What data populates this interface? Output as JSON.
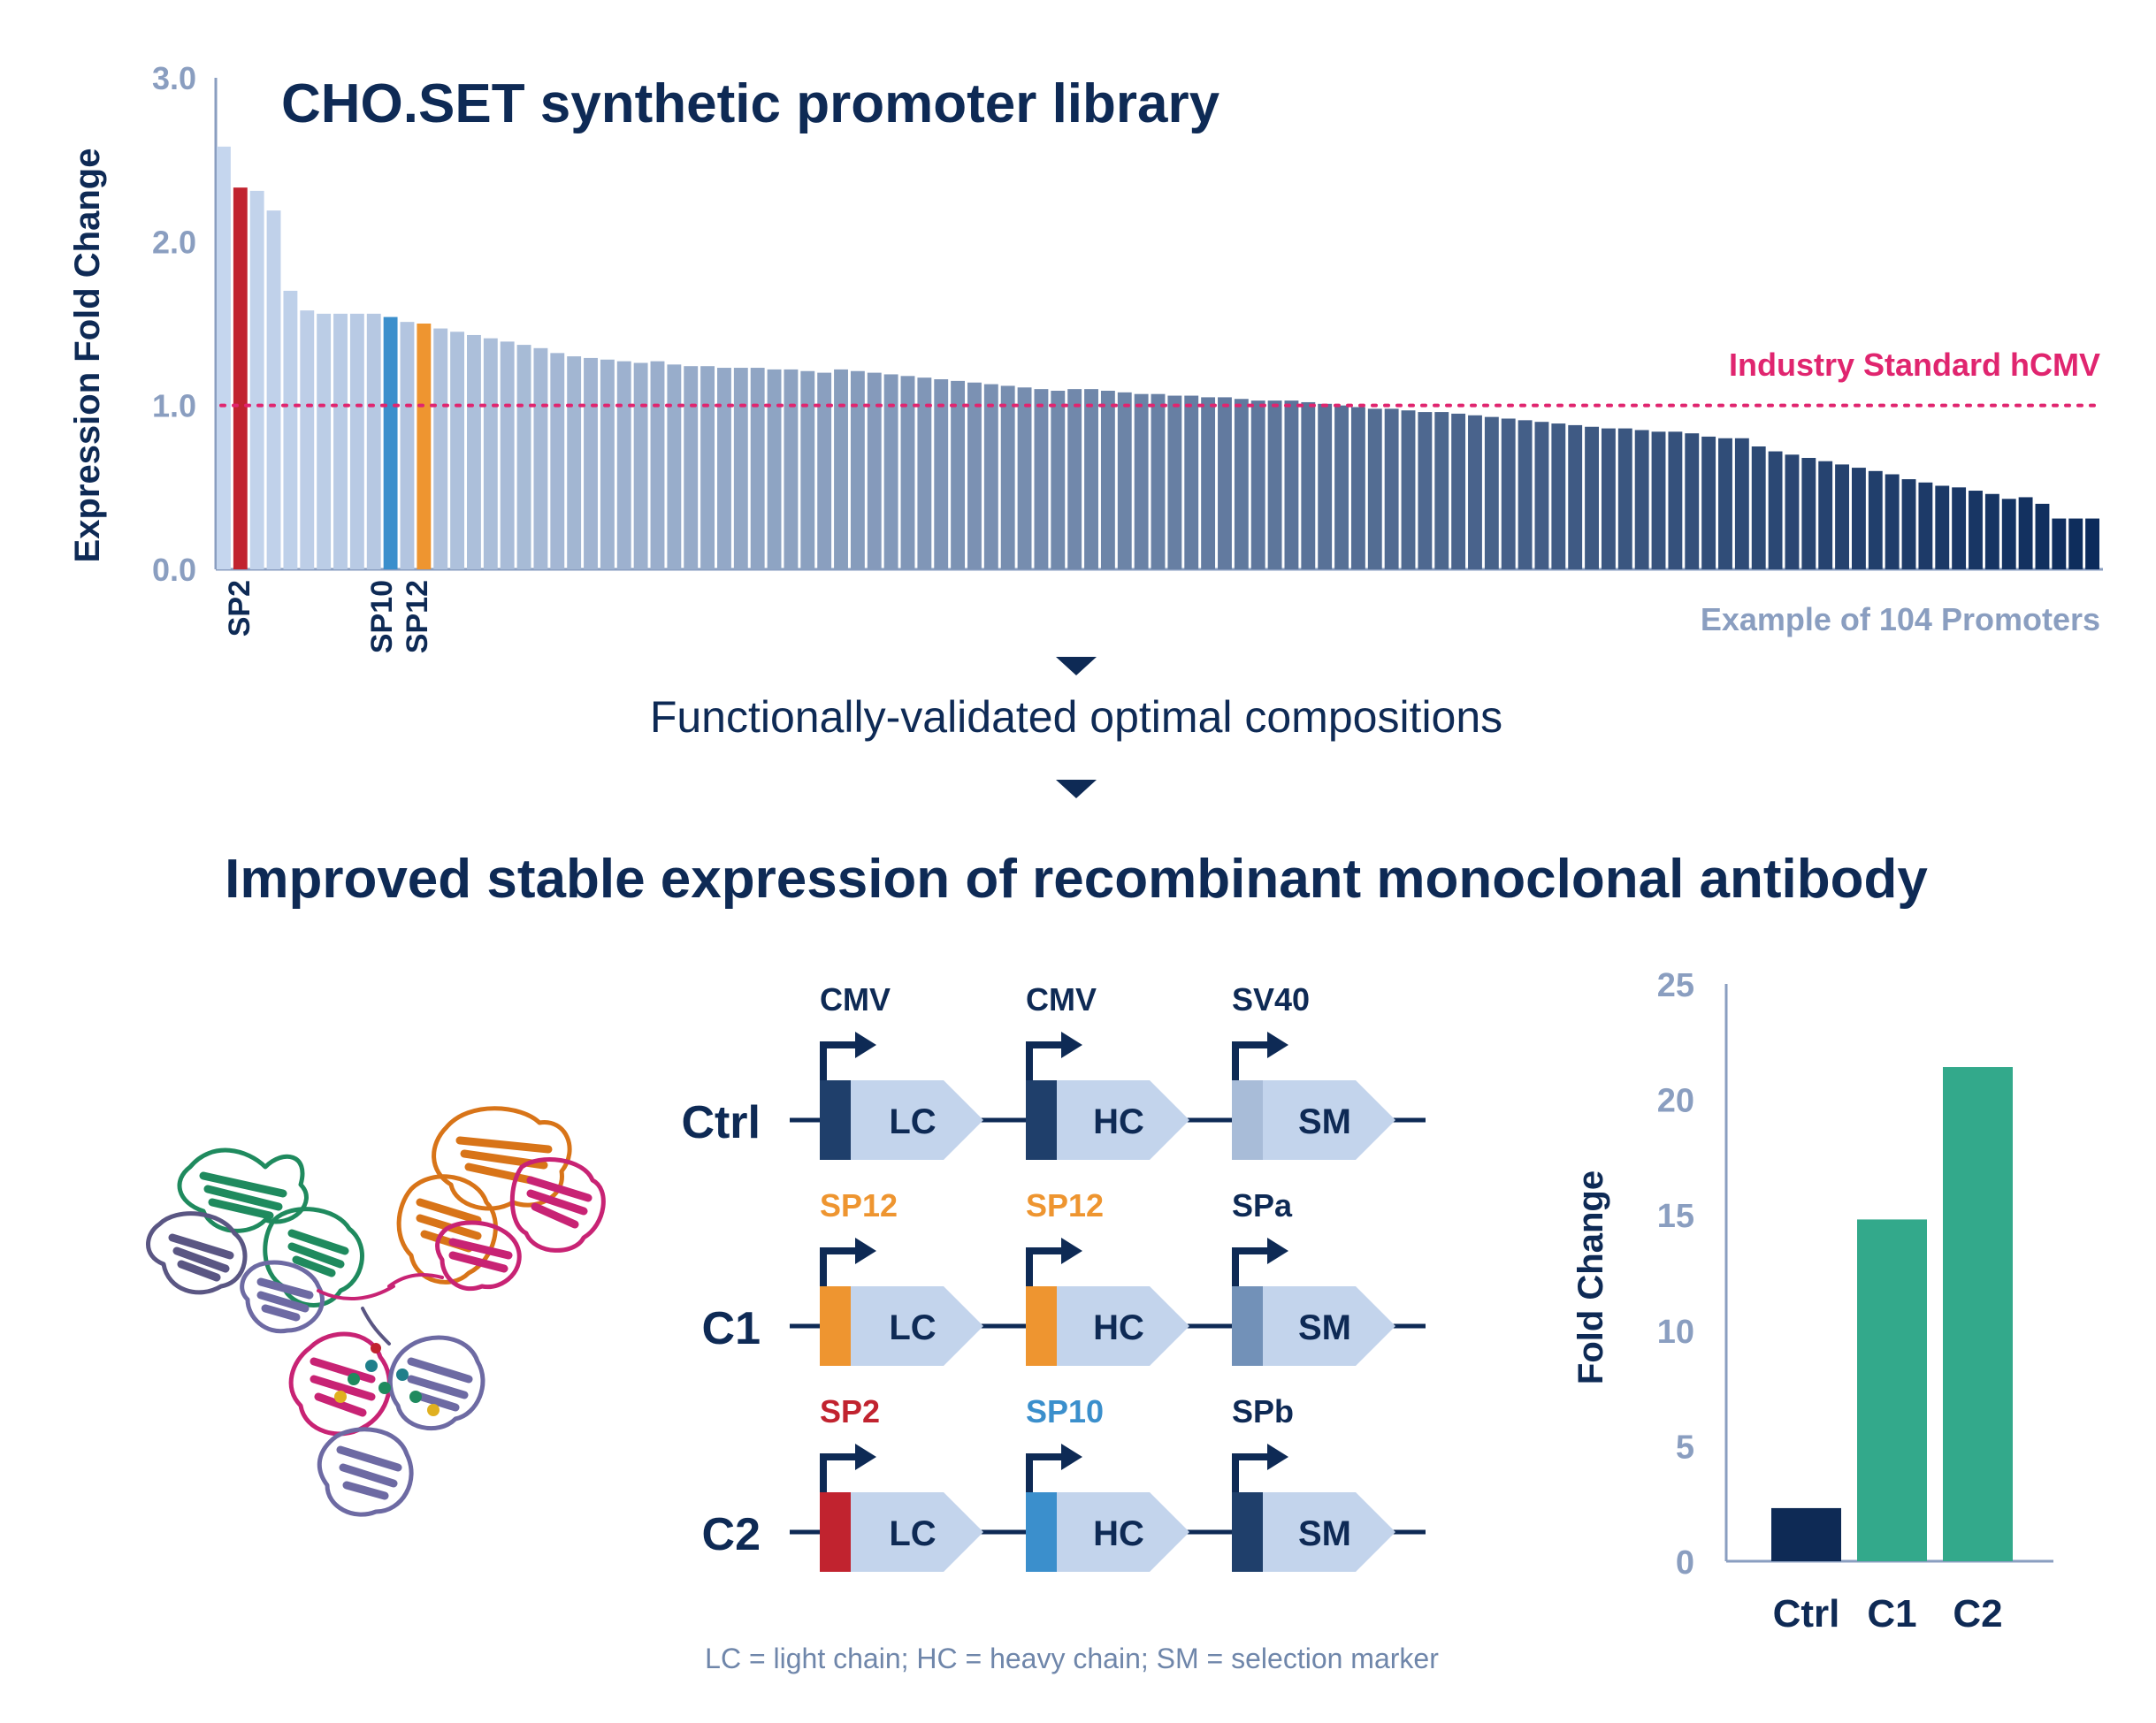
{
  "top_chart": {
    "title": "CHO.SET synthetic promoter library",
    "ylabel": "Expression Fold Change",
    "caption": "Example of 104 Promoters",
    "reference_label": "Industry Standard hCMV",
    "bar_labels": [
      "SP2",
      "SP10",
      "SP12"
    ]
  },
  "flow": {
    "step_text": "Functionally-validated optimal compositions",
    "headline": "Improved stable expression of recombinant monoclonal antibody"
  },
  "constructs": {
    "rows": [
      {
        "name": "Ctrl",
        "promoters": [
          {
            "label": "CMV",
            "label_color": "#0e2a55",
            "box_color": "#1f3f6b"
          },
          {
            "label": "CMV",
            "label_color": "#0e2a55",
            "box_color": "#1f3f6b"
          },
          {
            "label": "SV40",
            "label_color": "#0e2a55",
            "box_color": "#a8bcd8"
          }
        ],
        "genes": [
          "LC",
          "HC",
          "SM"
        ]
      },
      {
        "name": "C1",
        "promoters": [
          {
            "label": "SP12",
            "label_color": "#ee9530",
            "box_color": "#ee9530"
          },
          {
            "label": "SP12",
            "label_color": "#ee9530",
            "box_color": "#ee9530"
          },
          {
            "label": "SPa",
            "label_color": "#0e2a55",
            "box_color": "#7291b8"
          }
        ],
        "genes": [
          "LC",
          "HC",
          "SM"
        ]
      },
      {
        "name": "C2",
        "promoters": [
          {
            "label": "SP2",
            "label_color": "#c1232f",
            "box_color": "#c1232f"
          },
          {
            "label": "SP10",
            "label_color": "#3b8fcc",
            "box_color": "#3b8fcc"
          },
          {
            "label": "SPb",
            "label_color": "#0e2a55",
            "box_color": "#1f3f6b"
          }
        ],
        "genes": [
          "LC",
          "HC",
          "SM"
        ]
      }
    ],
    "legend": "LC = light chain; HC = heavy chain; SM = selection marker"
  },
  "chart_data": [
    {
      "type": "bar",
      "title": "CHO.SET synthetic promoter library",
      "ylabel": "Expression Fold Change",
      "xlabel": "",
      "ylim": [
        0,
        3
      ],
      "yticks": [
        "0.0",
        "1.0",
        "2.0",
        "3.0"
      ],
      "reference_line": {
        "value": 1.0,
        "label": "Industry Standard hCMV",
        "color": "#e0256f"
      },
      "highlight": {
        "SP2": {
          "index": 1,
          "color": "#c1232f"
        },
        "SP10": {
          "index": 10,
          "color": "#3b8fcc"
        },
        "SP12": {
          "index": 12,
          "color": "#ee9530"
        }
      },
      "gradient_colors": [
        "#c5d6ee",
        "#0c2b5b"
      ],
      "values": [
        2.58,
        2.33,
        2.31,
        2.19,
        1.7,
        1.58,
        1.56,
        1.56,
        1.56,
        1.56,
        1.54,
        1.51,
        1.5,
        1.47,
        1.45,
        1.43,
        1.41,
        1.39,
        1.37,
        1.35,
        1.32,
        1.3,
        1.29,
        1.28,
        1.27,
        1.26,
        1.27,
        1.25,
        1.24,
        1.24,
        1.23,
        1.23,
        1.23,
        1.22,
        1.22,
        1.21,
        1.2,
        1.22,
        1.21,
        1.2,
        1.19,
        1.18,
        1.17,
        1.16,
        1.15,
        1.14,
        1.13,
        1.12,
        1.11,
        1.1,
        1.09,
        1.1,
        1.1,
        1.09,
        1.08,
        1.07,
        1.07,
        1.06,
        1.06,
        1.05,
        1.05,
        1.04,
        1.03,
        1.03,
        1.03,
        1.02,
        1.01,
        1.0,
        0.99,
        0.98,
        0.98,
        0.97,
        0.96,
        0.96,
        0.95,
        0.94,
        0.93,
        0.92,
        0.91,
        0.9,
        0.89,
        0.88,
        0.87,
        0.86,
        0.86,
        0.85,
        0.84,
        0.84,
        0.83,
        0.81,
        0.8,
        0.8,
        0.75,
        0.72,
        0.7,
        0.68,
        0.66,
        0.64,
        0.62,
        0.6,
        0.58,
        0.55,
        0.53,
        0.51,
        0.5,
        0.48,
        0.46,
        0.43,
        0.44,
        0.4,
        0.31,
        0.31,
        0.31
      ]
    },
    {
      "type": "bar",
      "title": "",
      "ylabel": "Fold Change",
      "xlabel": "",
      "ylim": [
        0,
        25
      ],
      "yticks": [
        "0",
        "5",
        "10",
        "15",
        "20",
        "25"
      ],
      "categories": [
        "Ctrl",
        "C1",
        "C2"
      ],
      "values": [
        2.3,
        14.8,
        21.4
      ],
      "colors": [
        "#0e2a55",
        "#33a98b",
        "#33a98b"
      ]
    }
  ]
}
